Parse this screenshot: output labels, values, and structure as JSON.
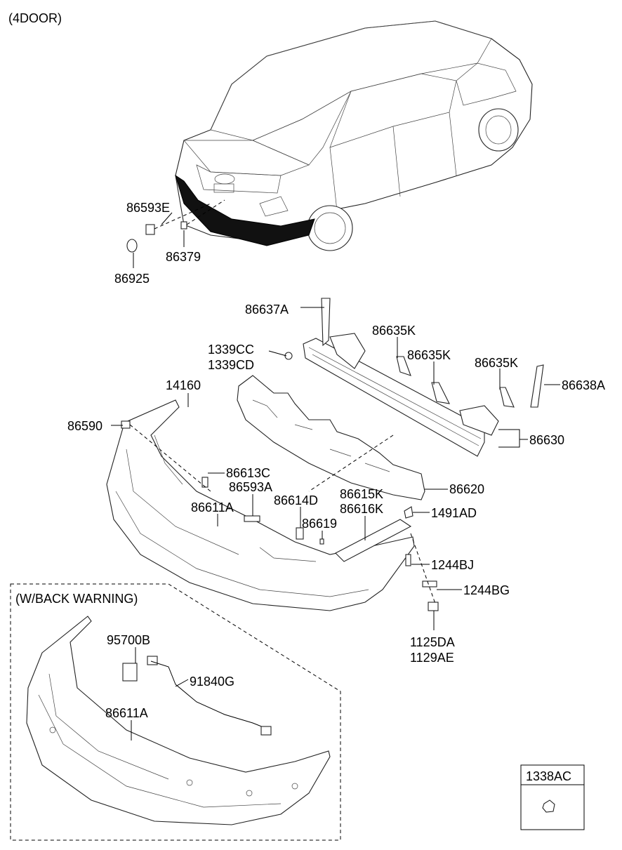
{
  "variant_label": "(4DOOR)",
  "inset_title": "(W/BACK  WARNING)",
  "legend_box_label": "1338AC",
  "callouts": {
    "p86593E": "86593E",
    "p86379": "86379",
    "p86925": "86925",
    "p86637A": "86637A",
    "p86635K_1": "86635K",
    "p86635K_2": "86635K",
    "p86635K_3": "86635K",
    "p1339CC": "1339CC",
    "p1339CD": "1339CD",
    "p14160": "14160",
    "p86638A": "86638A",
    "p86590": "86590",
    "p86630": "86630",
    "p86613C": "86613C",
    "p86593A": "86593A",
    "p86614D": "86614D",
    "p86615K": "86615K",
    "p86616K": "86616K",
    "p86611A": "86611A",
    "p86620": "86620",
    "p86619": "86619",
    "p1491AD": "1491AD",
    "p1244BJ": "1244BJ",
    "p1244BG": "1244BG",
    "p1125DA": "1125DA",
    "p1129AE": "1129AE",
    "p95700B": "95700B",
    "p91840G": "91840G",
    "p86611A_inset": "86611A"
  }
}
